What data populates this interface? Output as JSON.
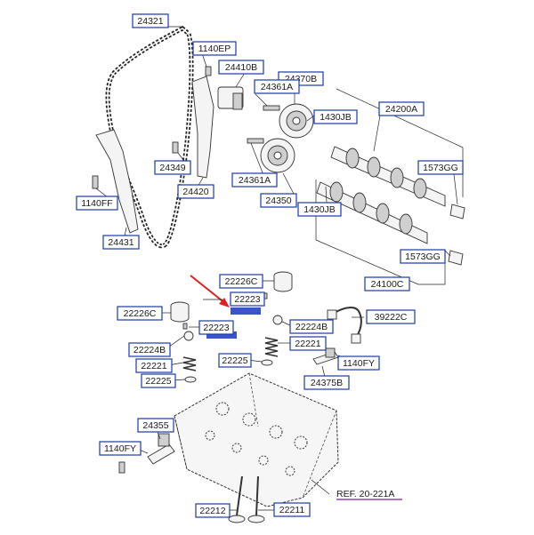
{
  "callouts": [
    {
      "id": "c1",
      "text": "24321"
    },
    {
      "id": "c2",
      "text": "1140EP"
    },
    {
      "id": "c3",
      "text": "24410B"
    },
    {
      "id": "c4",
      "text": "24370B"
    },
    {
      "id": "c5",
      "text": "24361A"
    },
    {
      "id": "c6",
      "text": "1430JB"
    },
    {
      "id": "c7",
      "text": "24200A"
    },
    {
      "id": "c8",
      "text": "24349"
    },
    {
      "id": "c9",
      "text": "24420"
    },
    {
      "id": "c10",
      "text": "24361A"
    },
    {
      "id": "c11",
      "text": "1573GG"
    },
    {
      "id": "c12",
      "text": "1140FF"
    },
    {
      "id": "c13",
      "text": "24350"
    },
    {
      "id": "c14",
      "text": "1430JB"
    },
    {
      "id": "c15",
      "text": "24431"
    },
    {
      "id": "c16",
      "text": "1573GG"
    },
    {
      "id": "c17",
      "text": "22226C"
    },
    {
      "id": "c18",
      "text": "24100C"
    },
    {
      "id": "c19",
      "text": "22223"
    },
    {
      "id": "c20",
      "text": "22226C"
    },
    {
      "id": "c21",
      "text": "39222C"
    },
    {
      "id": "c22",
      "text": "22223"
    },
    {
      "id": "c23",
      "text": "22224B"
    },
    {
      "id": "c24",
      "text": "22224B"
    },
    {
      "id": "c25",
      "text": "22221"
    },
    {
      "id": "c26",
      "text": "22225"
    },
    {
      "id": "c27",
      "text": "1140FY"
    },
    {
      "id": "c28",
      "text": "22221"
    },
    {
      "id": "c29",
      "text": "22225"
    },
    {
      "id": "c30",
      "text": "24375B"
    },
    {
      "id": "c31",
      "text": "24355"
    },
    {
      "id": "c32",
      "text": "1140FY"
    },
    {
      "id": "c33",
      "text": "22212"
    },
    {
      "id": "c34",
      "text": "22211"
    }
  ],
  "reference": {
    "text": "REF. 20-221A"
  },
  "colors": {
    "callout_border": "#1a3aa8",
    "highlight_arrow": "#e02020",
    "reference_underline": "#7a1fa0",
    "hatched_part": "#3a55c8"
  }
}
